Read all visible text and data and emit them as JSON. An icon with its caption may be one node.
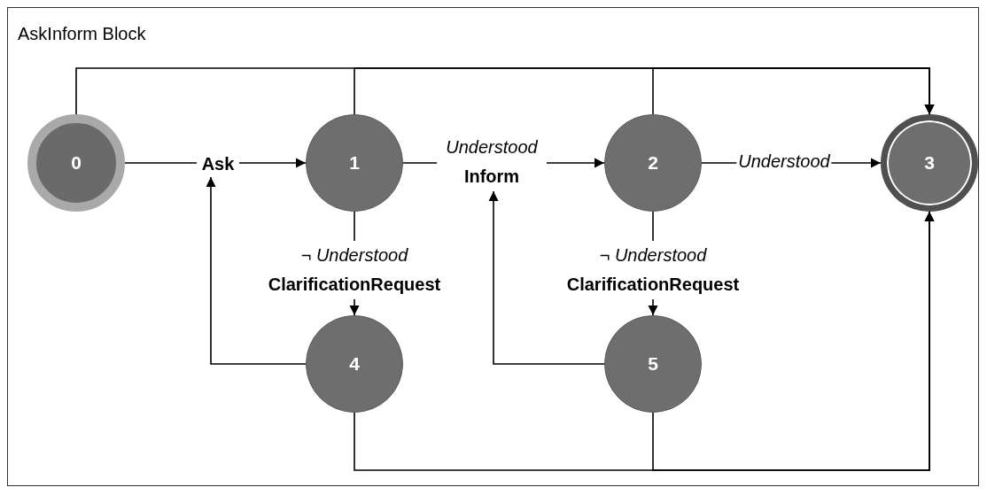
{
  "diagram": {
    "nodes": [
      {
        "text": [
          "AskInform Block"
        ]
      },
      {
        "text": [
          "0"
        ],
        "in": 0
      },
      {
        "text": [
          "Ask"
        ],
        "in": 0
      },
      {
        "text": [
          "1"
        ],
        "in": 0
      },
      {
        "text": [
          "Understood",
          "Inform"
        ],
        "in": 0
      },
      {
        "text": [
          "2"
        ],
        "in": 0
      },
      {
        "text": [
          "3"
        ],
        "in": 0
      },
      {
        "text": [
          "¬ Understood",
          "ClarificationRequest"
        ],
        "in": 0
      },
      {
        "text": [
          "¬ Understood",
          "ClarificationRequest"
        ],
        "in": 0
      },
      {
        "text": [
          "4"
        ],
        "in": 0
      },
      {
        "text": [
          "5"
        ],
        "in": 0
      }
    ],
    "edges": [
      {
        "from": 1,
        "to": 2,
        "arrow": "none"
      },
      {
        "from": 2,
        "to": 3,
        "arrow": "to"
      },
      {
        "from": 9,
        "to": 2,
        "arrow": "to"
      },
      {
        "from": 3,
        "to": 4,
        "arrow": "none"
      },
      {
        "from": 4,
        "to": 5,
        "arrow": "to"
      },
      {
        "from": 10,
        "to": 4,
        "arrow": "to"
      },
      {
        "from": 5,
        "to": 6,
        "arrow": "to",
        "label": "Understood"
      },
      {
        "from": 3,
        "to": 7,
        "arrow": "none"
      },
      {
        "from": 7,
        "to": 9,
        "arrow": "to"
      },
      {
        "from": 5,
        "to": 8,
        "arrow": "none"
      },
      {
        "from": 8,
        "to": 10,
        "arrow": "to"
      },
      {
        "from": 1,
        "to": 6,
        "arrow": "to"
      },
      {
        "from": 3,
        "to": 6,
        "arrow": "to"
      },
      {
        "from": 5,
        "to": 6,
        "arrow": "to"
      },
      {
        "from": 9,
        "to": 6,
        "arrow": "to"
      },
      {
        "from": 10,
        "to": 6,
        "arrow": "to"
      }
    ]
  }
}
